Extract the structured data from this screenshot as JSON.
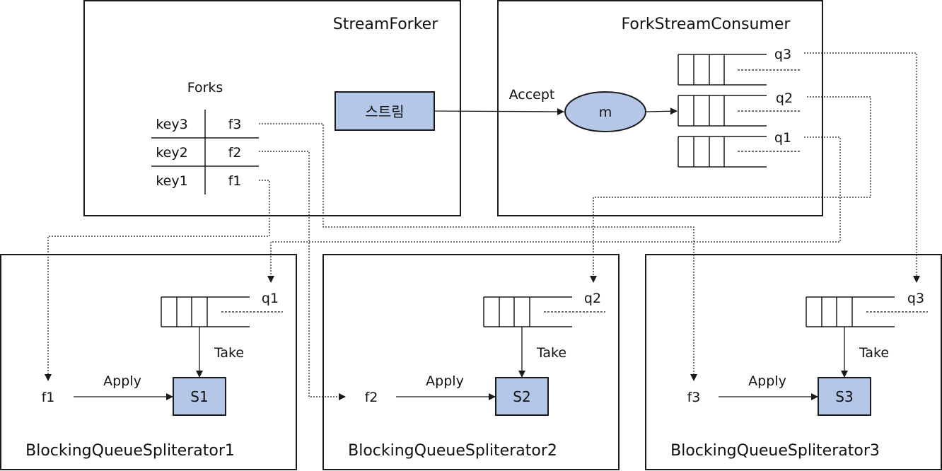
{
  "diagram": {
    "stream_forker": {
      "title": "StreamForker",
      "forks_label": "Forks",
      "rows": [
        {
          "key": "key3",
          "value": "f3"
        },
        {
          "key": "key2",
          "value": "f2"
        },
        {
          "key": "key1",
          "value": "f1"
        }
      ],
      "stream_label": "스트림"
    },
    "consumer": {
      "title": "ForkStreamConsumer",
      "accept_label": "Accept",
      "m_label": "m",
      "queues": [
        "q3",
        "q2",
        "q1"
      ]
    },
    "spliterators": [
      {
        "title": "BlockingQueueSpliterator1",
        "queue": "q1",
        "take": "Take",
        "apply": "Apply",
        "fork": "f1",
        "stream": "S1"
      },
      {
        "title": "BlockingQueueSpliterator2",
        "queue": "q2",
        "take": "Take",
        "apply": "Apply",
        "fork": "f2",
        "stream": "S2"
      },
      {
        "title": "BlockingQueueSpliterator3",
        "queue": "q3",
        "take": "Take",
        "apply": "Apply",
        "fork": "f3",
        "stream": "S3"
      }
    ],
    "colors": {
      "node_fill": "#b4c7e7",
      "stroke": "#1a1a1a"
    }
  }
}
